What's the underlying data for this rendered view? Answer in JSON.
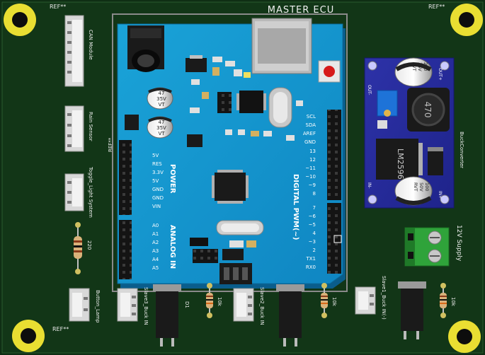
{
  "board": {
    "title": "MASTER ECU",
    "refs": [
      "REF**",
      "REF**",
      "REF**",
      "REF**"
    ]
  },
  "connectors": {
    "can": "CAN Module",
    "rain": "Rain Sensor",
    "toggle": "Toggle_Light System",
    "button": "Button_Lamp",
    "slave3": "Slave3_Buck IN",
    "slave2": "Slave2_Buck IN",
    "slave1": "Slave1_Buck IN(-)",
    "supply": "12V Supply"
  },
  "resistors": {
    "r1": "220",
    "r2": "10k",
    "r3": "10k",
    "r4": "10k"
  },
  "parts": {
    "d1": "D1"
  },
  "arduino": {
    "power_label": "POWER",
    "analog_label": "ANALOG IN",
    "digital_label": "DIGITAL PWM(~)",
    "power_pins": [
      "5V",
      "RES",
      "3.3V",
      "5V",
      "GND",
      "GND",
      "VIN"
    ],
    "analog_pins": [
      "A0",
      "A1",
      "A2",
      "A3",
      "A4",
      "A5"
    ],
    "digital_pins": [
      "SCL",
      "SDA",
      "AREF",
      "GND",
      "13",
      "12",
      "~11",
      "~10",
      "~9",
      "8",
      "7",
      "~6",
      "~5",
      "4",
      "~3",
      "2",
      "TX1",
      "RX0"
    ],
    "cap1": [
      "47",
      "35V",
      "VT"
    ],
    "cap2": [
      "47",
      "35V",
      "VT"
    ]
  },
  "buck": {
    "chip": "LM2596",
    "inductor": "470",
    "cap_top": [
      "220",
      "35V",
      "RVT"
    ],
    "cap_bottom": [
      "100",
      "50V",
      "RVT"
    ],
    "label": "BuckConverter",
    "in_plus": "IN+",
    "in_minus": "IN-",
    "out_plus": "OUT+",
    "out_minus": "OUT-"
  }
}
